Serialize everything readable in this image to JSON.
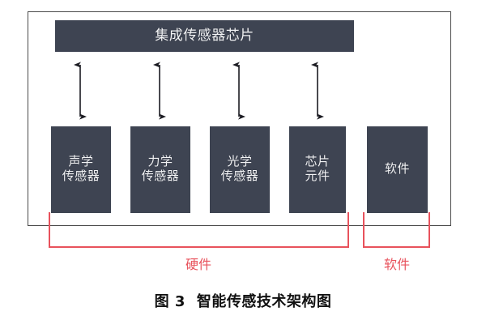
{
  "figure": {
    "caption_number": "图 3",
    "caption_title": "智能传感技术架构图",
    "colors": {
      "node_fill": "#3e4452",
      "node_text": "#f2f3f5",
      "frame_border": "#4a4a4a",
      "bracket_red": "#e8525c",
      "background": "#ffffff"
    }
  },
  "diagram": {
    "top_node": {
      "label": "集成传感器芯片"
    },
    "leaf_nodes": [
      {
        "label": "声学\n传感器",
        "group": "硬件",
        "has_arrow_to_top": true
      },
      {
        "label": "力学\n传感器",
        "group": "硬件",
        "has_arrow_to_top": true
      },
      {
        "label": "光学\n传感器",
        "group": "硬件",
        "has_arrow_to_top": true
      },
      {
        "label": "芯片\n元件",
        "group": "硬件",
        "has_arrow_to_top": true
      },
      {
        "label": "软件",
        "group": "软件",
        "has_arrow_to_top": false
      }
    ],
    "groups": [
      {
        "name": "hardware",
        "label": "硬件",
        "member_count": 4
      },
      {
        "name": "software",
        "label": "软件",
        "member_count": 1
      }
    ],
    "connectors": {
      "type": "double-headed-vertical-arrow",
      "count": 4,
      "description": "bidirectional links between 集成传感器芯片 and each hardware node"
    }
  }
}
